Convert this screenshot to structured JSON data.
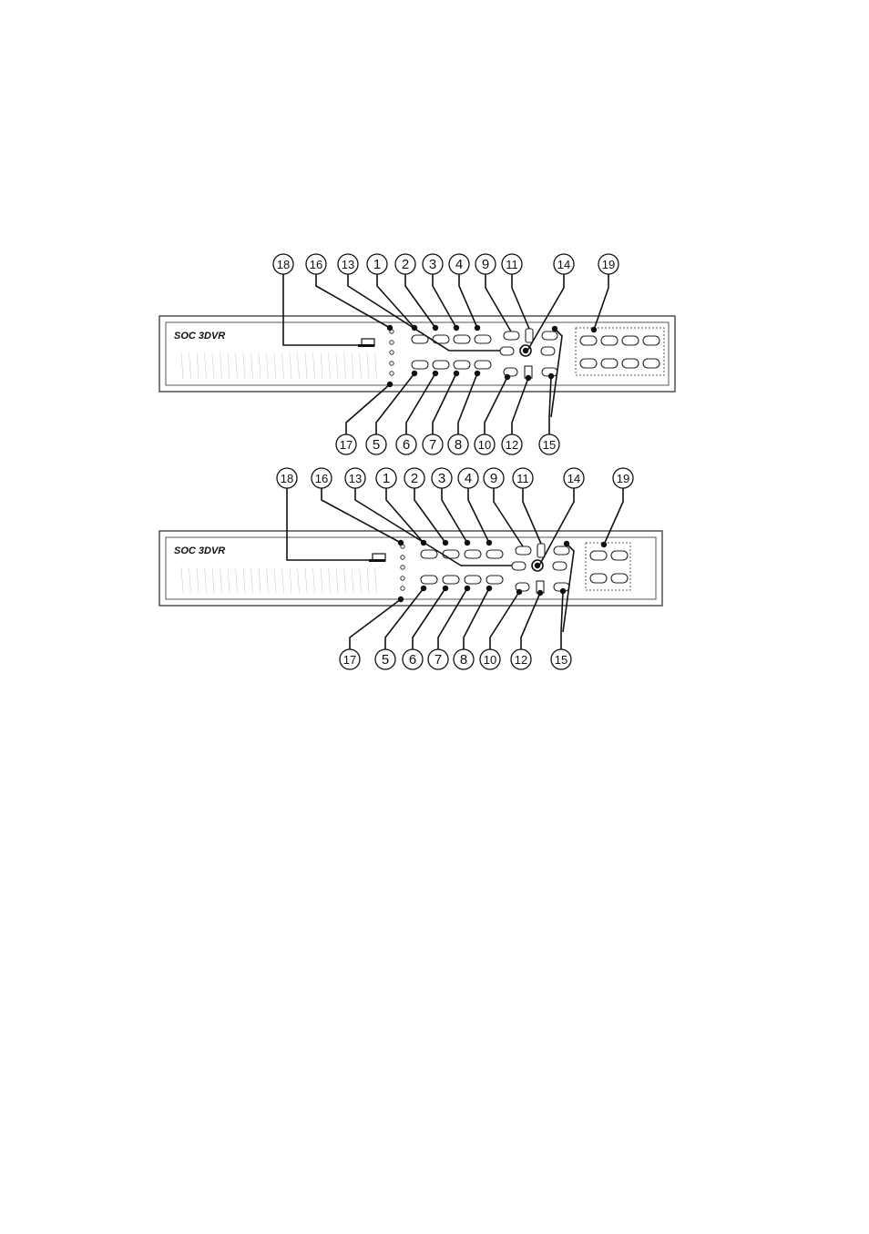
{
  "figure": {
    "panels": [
      {
        "id": "panel-top",
        "model_label": "SOC 3DVR",
        "callouts_top": [
          "18",
          "16",
          "13",
          "1",
          "2",
          "3",
          "4",
          "9",
          "11",
          "14",
          "19"
        ],
        "callouts_bottom": [
          "17",
          "5",
          "6",
          "7",
          "8",
          "10",
          "12",
          "15"
        ]
      },
      {
        "id": "panel-bottom",
        "model_label": "SOC 3DVR",
        "callouts_top": [
          "18",
          "16",
          "13",
          "1",
          "2",
          "3",
          "4",
          "9",
          "11",
          "14",
          "19"
        ],
        "callouts_bottom": [
          "17",
          "5",
          "6",
          "7",
          "8",
          "10",
          "12",
          "15"
        ]
      }
    ]
  }
}
